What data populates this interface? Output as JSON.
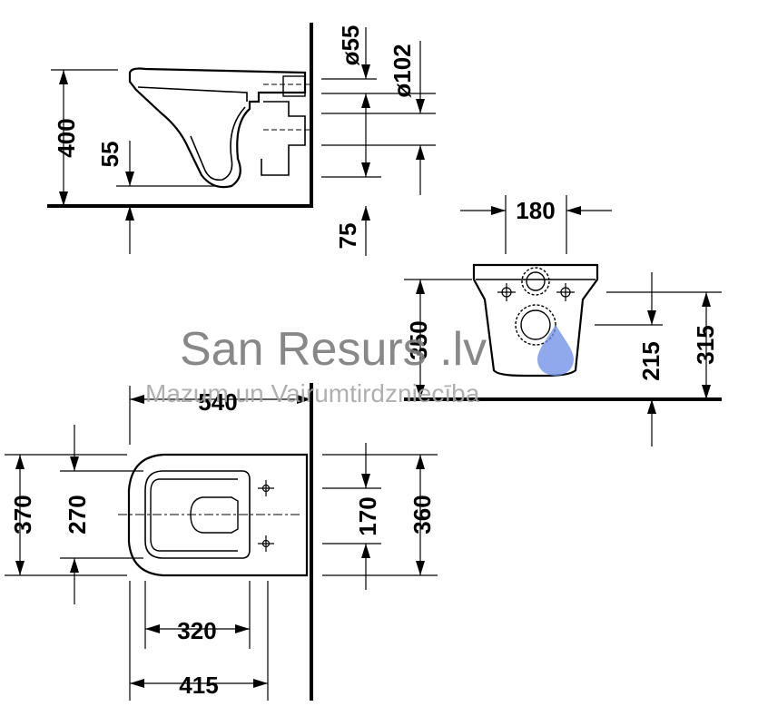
{
  "watermark": {
    "brand": "San Resurs .lv",
    "tagline": "Mazum un Vairumtirdzniecība",
    "drop_color": "#6f8fe6"
  },
  "dimensions": {
    "d55": "ø55",
    "d102": "ø102",
    "h400": "400",
    "h55": "55",
    "h75": "75",
    "w180": "180",
    "h350": "350",
    "h215": "215",
    "h315": "315",
    "w540": "540",
    "w370": "370",
    "w270": "270",
    "w170": "170",
    "w360": "360",
    "w320": "320",
    "w415": "415"
  }
}
